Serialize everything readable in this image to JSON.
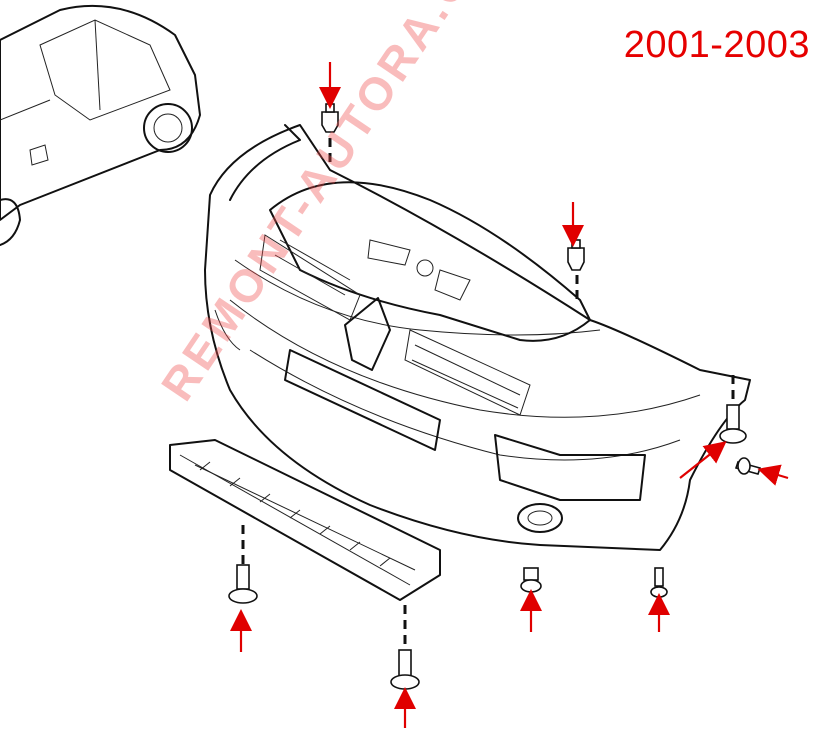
{
  "diagram": {
    "year_range": "2001-2003",
    "watermark": "REMONT-AUTORA.COM",
    "colors": {
      "arrows": "#e00000",
      "year_text": "#e60000",
      "watermark": "#f05050",
      "line_art": "#111111"
    },
    "components": [
      "car-side-view-icon",
      "front-bumper",
      "bumper-grille",
      "bumper-lower-beam",
      "fastener-bolts",
      "red-arrows"
    ]
  }
}
